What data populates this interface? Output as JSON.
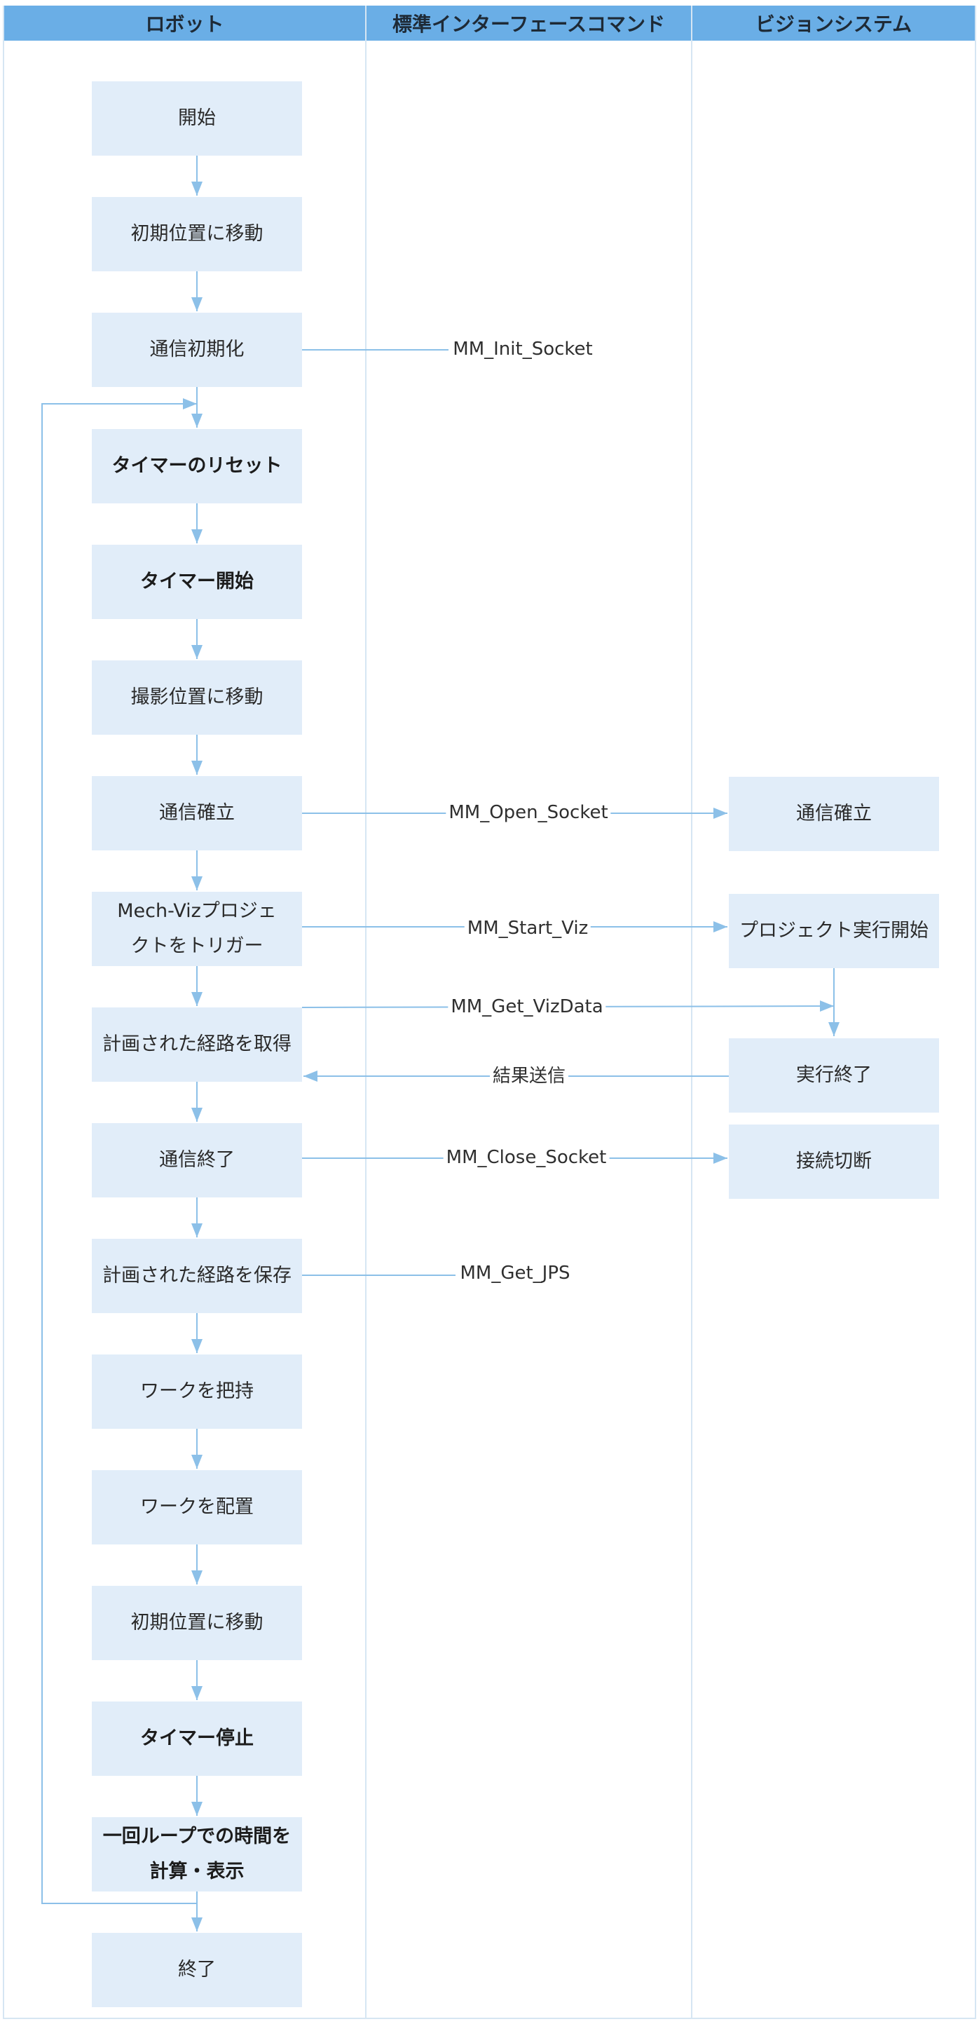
{
  "lanes": [
    {
      "label": "ロボット"
    },
    {
      "label": "標準インターフェースコマンド"
    },
    {
      "label": "ビジョンシステム"
    }
  ],
  "colors": {
    "header": "#6aaee6",
    "box_fill": "#e1edf9",
    "connector": "#8cc0e8",
    "divider": "#d6e6f3"
  },
  "robot_steps": [
    {
      "id": "start",
      "label": "開始",
      "bold": false
    },
    {
      "id": "move-home",
      "label": "初期位置に移動",
      "bold": false
    },
    {
      "id": "init-comm",
      "label": "通信初期化",
      "bold": false
    },
    {
      "id": "reset-timer",
      "label": "タイマーのリセット",
      "bold": true
    },
    {
      "id": "start-timer",
      "label": "タイマー開始",
      "bold": true
    },
    {
      "id": "move-capture",
      "label": "撮影位置に移動",
      "bold": false
    },
    {
      "id": "open-comm",
      "label": "通信確立",
      "bold": false
    },
    {
      "id": "trigger-viz",
      "label": "Mech-Vizプロジェクトをトリガー",
      "lines": [
        "Mech-Vizプロジェ",
        "クトをトリガー"
      ],
      "bold": false
    },
    {
      "id": "get-path",
      "label": "計画された経路を取得",
      "bold": false
    },
    {
      "id": "close-comm",
      "label": "通信終了",
      "bold": false
    },
    {
      "id": "save-path",
      "label": "計画された経路を保存",
      "bold": false
    },
    {
      "id": "pick",
      "label": "ワークを把持",
      "bold": false
    },
    {
      "id": "place",
      "label": "ワークを配置",
      "bold": false
    },
    {
      "id": "move-home-2",
      "label": "初期位置に移動",
      "bold": false
    },
    {
      "id": "stop-timer",
      "label": "タイマー停止",
      "bold": true
    },
    {
      "id": "calc-time",
      "label": "一回ループでの時間を計算・表示",
      "lines": [
        "一回ループでの時間を",
        "計算・表示"
      ],
      "bold": true
    },
    {
      "id": "end",
      "label": "終了",
      "bold": false
    }
  ],
  "vision_steps": [
    {
      "id": "v-open",
      "label": "通信確立"
    },
    {
      "id": "v-run",
      "label": "プロジェクト実行開始"
    },
    {
      "id": "v-done",
      "label": "実行終了"
    },
    {
      "id": "v-close",
      "label": "接続切断"
    }
  ],
  "commands": [
    {
      "id": "cmd-init",
      "label": "MM_Init_Socket"
    },
    {
      "id": "cmd-open",
      "label": "MM_Open_Socket"
    },
    {
      "id": "cmd-start",
      "label": "MM_Start_Viz"
    },
    {
      "id": "cmd-getviz",
      "label": "MM_Get_VizData"
    },
    {
      "id": "cmd-result",
      "label": "結果送信"
    },
    {
      "id": "cmd-close",
      "label": "MM_Close_Socket"
    },
    {
      "id": "cmd-jps",
      "label": "MM_Get_JPS"
    }
  ]
}
